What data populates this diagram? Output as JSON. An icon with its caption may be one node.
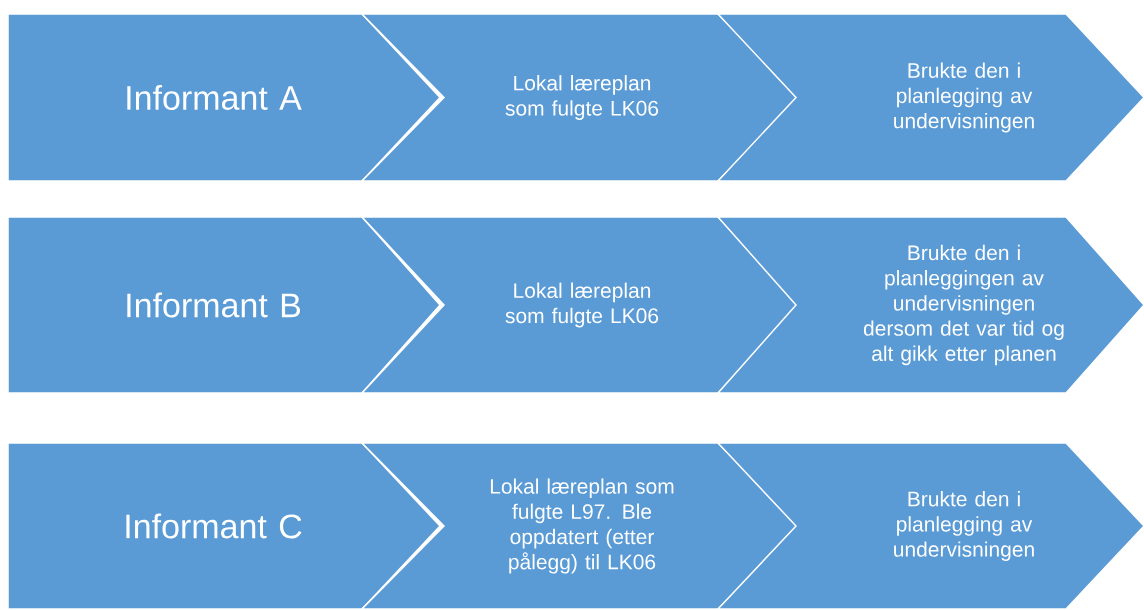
{
  "diagram": {
    "nodes": [
      {
        "text": [
          "Informant A"
        ]
      },
      {
        "text": [
          "Lokal læreplan som fulgte LK06"
        ]
      },
      {
        "text": [
          "Brukte den i planlegging av undervisningen"
        ]
      },
      {
        "text": [
          "Informant B"
        ]
      },
      {
        "text": [
          "Lokal læreplan som fulgte LK06"
        ]
      },
      {
        "text": [
          "Brukte den i planleggingen av undervisningen dersom det var tid og alt gikk etter planen"
        ]
      },
      {
        "text": [
          "Informant C"
        ]
      },
      {
        "text": [
          "Lokal læreplan som fulgte L97. Ble oppdatert (etter pålegg) til LK06"
        ]
      },
      {
        "text": [
          "Brukte den i planlegging av undervisningen"
        ]
      }
    ]
  }
}
